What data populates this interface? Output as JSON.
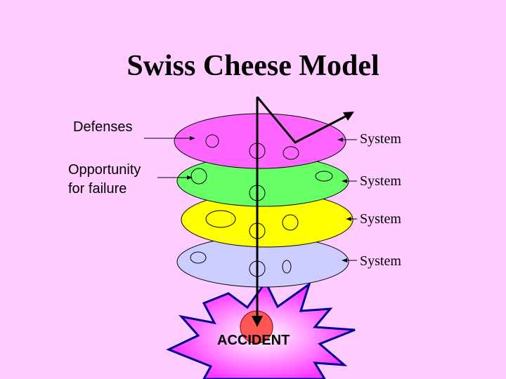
{
  "title": "Swiss Cheese Model",
  "labels": {
    "defenses": "Defenses",
    "opportunity_line1": "Opportunity",
    "opportunity_line2": "for failure",
    "system_1": "System",
    "system_2": "System",
    "system_3": "System",
    "system_4": "System",
    "accident": "ACCIDENT"
  },
  "layers": [
    {
      "name": "layer-1",
      "fill": "#ff66ff"
    },
    {
      "name": "layer-2",
      "fill": "#66ff66"
    },
    {
      "name": "layer-3",
      "fill": "#ffff00"
    },
    {
      "name": "layer-4",
      "fill": "#ccccff"
    }
  ],
  "colors": {
    "background": "#ffccff",
    "burst_outer": "#ff33ff",
    "burst_inner": "#ffffff",
    "burst_stroke": "#000099",
    "accident_circle": "#ff5555"
  }
}
